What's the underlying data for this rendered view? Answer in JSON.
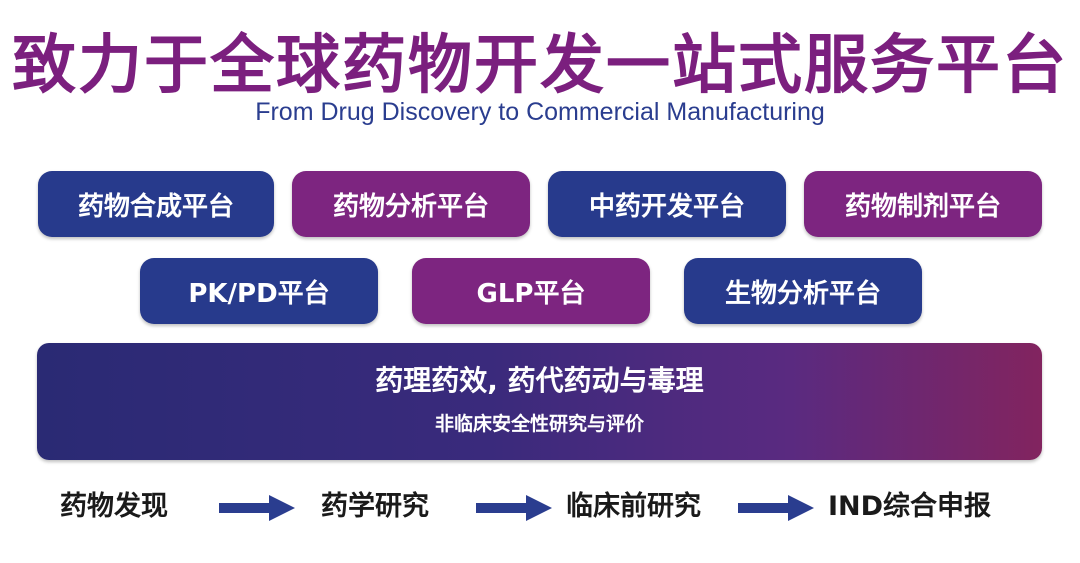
{
  "header": {
    "title": "致力于全球药物开发一站式服务平台",
    "subtitle": "From  Drug Discovery to Commercial Manufacturing"
  },
  "platforms": {
    "row1": [
      "药物合成平台",
      "药物分析平台",
      "中药开发平台",
      "药物制剂平台"
    ],
    "row2": [
      "PK/PD平台",
      "GLP平台",
      "生物分析平台"
    ]
  },
  "banner": {
    "main": "药理药效, 药代药动与毒理",
    "sub": "非临床安全性研究与评价"
  },
  "process": {
    "steps": [
      "药物发现",
      "药学研究",
      "临床前研究",
      "IND综合申报"
    ]
  },
  "colors": {
    "title": "#7b1f7e",
    "subtitle": "#2a3d8f",
    "blue_pill": "#273a8c",
    "purple_pill": "#7d2580",
    "arrow": "#2a3d8f"
  }
}
